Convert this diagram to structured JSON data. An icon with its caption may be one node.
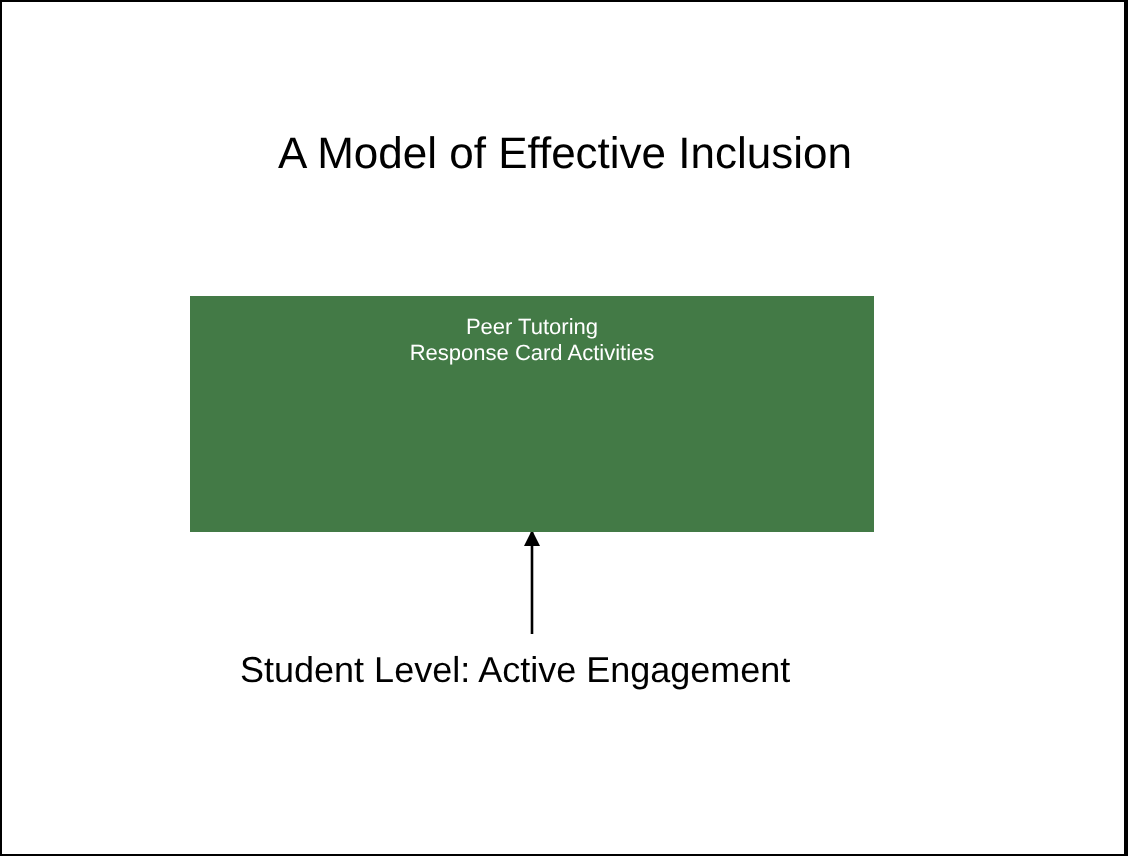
{
  "diagram": {
    "title": "A Model of Effective Inclusion",
    "nodes": [
      {
        "text": [
          "Peer Tutoring",
          "Response Card Activities"
        ]
      },
      {
        "text": [
          "Student Level: Active Engagement"
        ]
      }
    ],
    "edges": [
      {
        "from": 1,
        "to": 0,
        "arrow": "to"
      }
    ]
  }
}
